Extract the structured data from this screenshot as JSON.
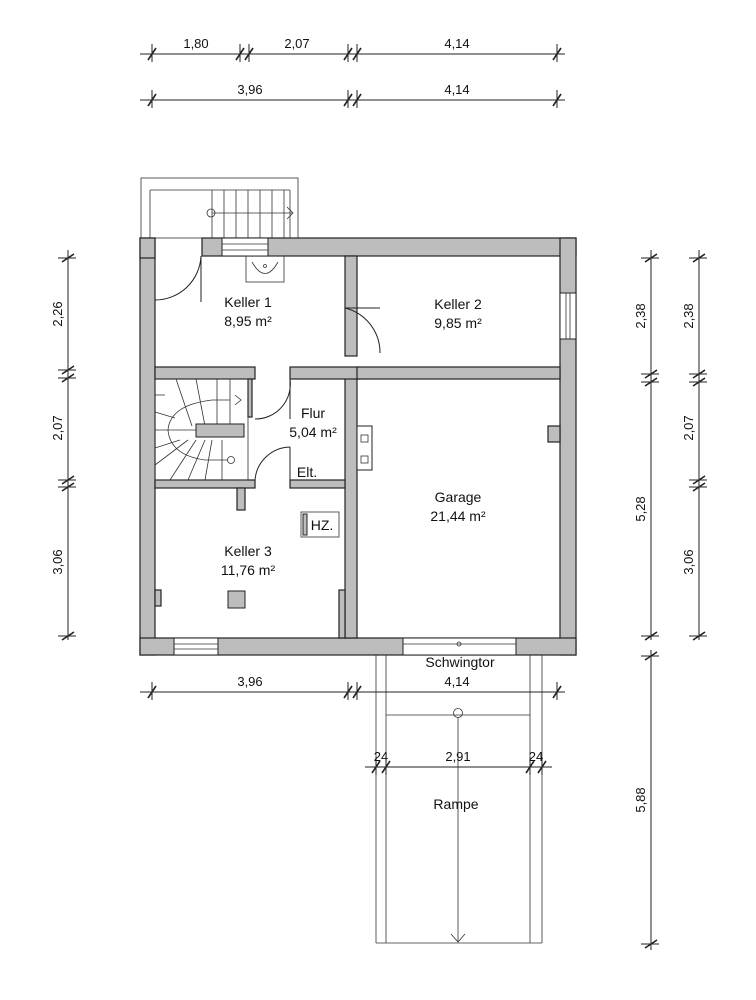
{
  "rooms": {
    "keller1": {
      "name": "Keller 1",
      "area": "8,95 m²"
    },
    "keller2": {
      "name": "Keller 2",
      "area": "9,85 m²"
    },
    "flur": {
      "name": "Flur",
      "area": "5,04 m²"
    },
    "elt": "Elt.",
    "hz": "HZ.",
    "keller3": {
      "name": "Keller 3",
      "area": "11,76 m²"
    },
    "garage": {
      "name": "Garage",
      "area": "21,44 m²"
    },
    "schwingtor": "Schwingtor",
    "rampe": "Rampe"
  },
  "dimensions": {
    "top_row1": [
      "1,80",
      "2,07",
      "4,14"
    ],
    "top_row2": [
      "3,96",
      "4,14"
    ],
    "left": [
      "2,26",
      "2,07",
      "3,06"
    ],
    "right_inner": [
      "2,38",
      "5,28"
    ],
    "right_outer": [
      "2,38",
      "2,07",
      "3,06"
    ],
    "bottom": [
      "3,96",
      "4,14"
    ],
    "ramp_width": [
      "24",
      "2,91",
      "24"
    ],
    "ramp_length": "5,88"
  }
}
